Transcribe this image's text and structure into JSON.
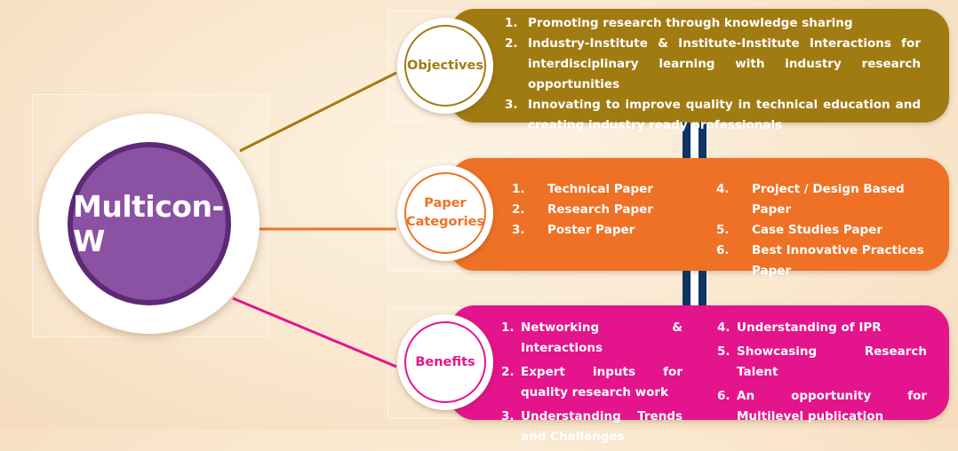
{
  "hub": {
    "title": "Multicon-W"
  },
  "colors": {
    "hub_fill": "#8b51a2",
    "hub_ring": "#5d2a75",
    "objectives": "#a07b12",
    "categories": "#ee7125",
    "benefits": "#e4148c",
    "pillar": "#0e3563"
  },
  "objectives": {
    "label_lines": [
      "Objectives"
    ],
    "items": [
      {
        "num": "1.",
        "text": "Promoting research through knowledge sharing"
      },
      {
        "num": "2.",
        "text": "Industry-Institute & Institute-Institute Interactions for interdisciplinary learning with industry research opportunities"
      },
      {
        "num": "3.",
        "text": "Innovating to improve quality in technical education and creating industry ready professionals"
      }
    ]
  },
  "categories": {
    "label_lines": [
      "Paper",
      "Categories"
    ],
    "left_items": [
      {
        "num": "1.",
        "text": "Technical Paper"
      },
      {
        "num": "2.",
        "text": "Research Paper"
      },
      {
        "num": "3.",
        "text": "Poster Paper"
      }
    ],
    "right_items": [
      {
        "num": "4.",
        "text": "Project / Design Based Paper"
      },
      {
        "num": "5.",
        "text": "Case Studies Paper"
      },
      {
        "num": "6.",
        "text": "Best Innovative Practices Paper"
      }
    ]
  },
  "benefits": {
    "label_lines": [
      "Benefits"
    ],
    "left_items": [
      {
        "num": "1.",
        "text": "Networking & Interactions"
      },
      {
        "num": "2.",
        "text": "Expert inputs for quality research work"
      },
      {
        "num": "3.",
        "text": "Understanding Trends and Challenges"
      }
    ],
    "right_items": [
      {
        "num": "4.",
        "text": "Understanding of IPR"
      },
      {
        "num": "5.",
        "text": "Showcasing Research Talent"
      },
      {
        "num": "6.",
        "text": "An opportunity for Multilevel publication"
      }
    ]
  }
}
